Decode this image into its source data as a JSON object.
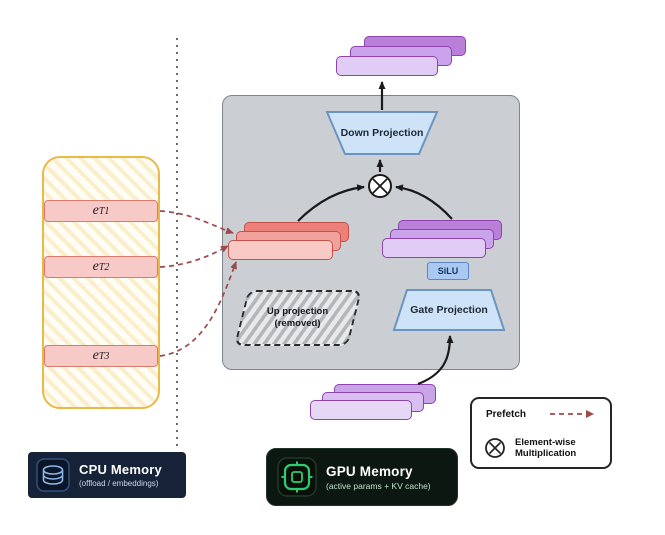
{
  "colors": {
    "prefetch_arrow": "#9C4A4A",
    "gpu_accent": "#2ECC71",
    "cpu_badge_bg": "#152238",
    "gpu_badge_bg": "#0C1712",
    "embed_store_border": "#E9B949",
    "embedding_fill": "#F7C9C7",
    "projection_fill": "#CFE3F8",
    "gpu_block_fill": "#CBCFD3"
  },
  "embed_store": {
    "items": [
      {
        "base": "e",
        "sub": "T1"
      },
      {
        "base": "e",
        "sub": "T2"
      },
      {
        "base": "e",
        "sub": "T3"
      }
    ]
  },
  "ffn": {
    "down_projection": "Down Projection",
    "gate_projection": "Gate Projection",
    "silu": "SiLU",
    "up_projection": {
      "line1": "Up projection",
      "line2": "(removed)"
    }
  },
  "memory": {
    "cpu": {
      "title": "CPU Memory",
      "subtitle": "(offload / embeddings)"
    },
    "gpu": {
      "title": "GPU Memory",
      "subtitle": "(active params + KV cache)"
    }
  },
  "legend": {
    "prefetch_label": "Prefetch",
    "elementwise": {
      "line1": "Element-wise",
      "line2": "Multiplication"
    }
  }
}
